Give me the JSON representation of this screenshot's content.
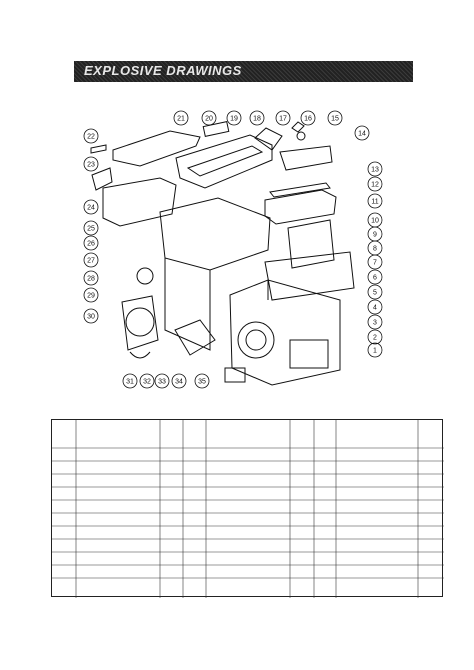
{
  "banner": {
    "title": "EXPLOSIVE DRAWINGS"
  },
  "callouts": [
    "1",
    "2",
    "3",
    "4",
    "5",
    "6",
    "7",
    "8",
    "9",
    "10",
    "11",
    "12",
    "13",
    "14",
    "15",
    "16",
    "17",
    "18",
    "19",
    "20",
    "21",
    "22",
    "23",
    "24",
    "25",
    "26",
    "27",
    "28",
    "29",
    "30",
    "31",
    "32",
    "33",
    "34",
    "35"
  ],
  "table": {
    "rows": 12,
    "column_groups": 3
  }
}
